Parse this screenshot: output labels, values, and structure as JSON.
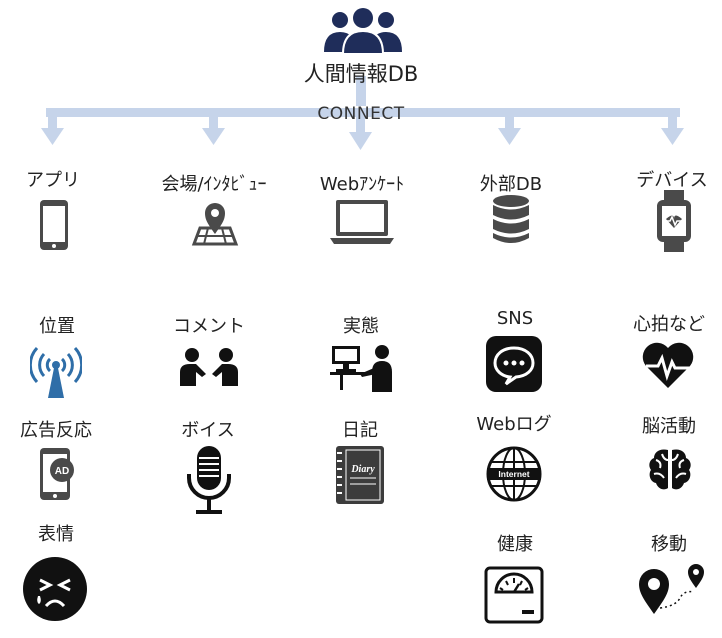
{
  "root": {
    "label": "人間情報DB",
    "icon": "people-group-icon"
  },
  "connector": {
    "label": "CONNECT"
  },
  "sources": [
    {
      "label": "アプリ",
      "icon": "smartphone-icon"
    },
    {
      "label": "会場/ｲﾝﾀﾋﾞｭｰ",
      "icon": "map-pin-icon"
    },
    {
      "label": "Webｱﾝｹｰﾄ",
      "icon": "laptop-icon"
    },
    {
      "label": "外部DB",
      "icon": "database-icon"
    },
    {
      "label": "デバイス",
      "icon": "smartwatch-icon"
    }
  ],
  "items": {
    "col1": [
      {
        "label": "位置",
        "icon": "wireless-signal-icon"
      },
      {
        "label": "広告反応",
        "icon": "ad-phone-icon"
      },
      {
        "label": "表情",
        "icon": "crying-face-icon"
      }
    ],
    "col2": [
      {
        "label": "コメント",
        "icon": "conversation-icon"
      },
      {
        "label": "ボイス",
        "icon": "microphone-icon"
      }
    ],
    "col3": [
      {
        "label": "実態",
        "icon": "person-at-computer-icon"
      },
      {
        "label": "日記",
        "icon": "diary-icon",
        "badge": "Diary"
      }
    ],
    "col4": [
      {
        "label": "SNS",
        "icon": "chat-bubble-icon"
      },
      {
        "label": "Webログ",
        "icon": "internet-globe-icon",
        "badge": "Internet"
      },
      {
        "label": "健康",
        "icon": "scale-icon"
      }
    ],
    "col5": [
      {
        "label": "心拍など",
        "icon": "heartbeat-icon"
      },
      {
        "label": "脳活動",
        "icon": "brain-icon"
      },
      {
        "label": "移動",
        "icon": "route-pins-icon"
      }
    ]
  }
}
